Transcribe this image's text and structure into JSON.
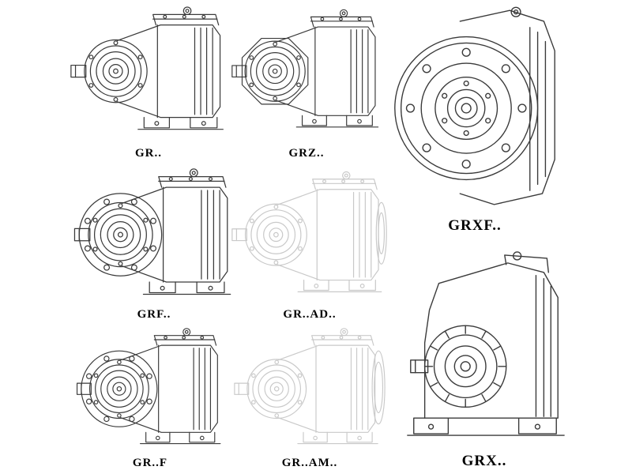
{
  "page": {
    "background": "#ffffff",
    "line_color": "#3a3a3a",
    "ghost_line_color": "#c9c9c9",
    "label_color": "#000000"
  },
  "figures": [
    {
      "id": "gr",
      "label": "GR..",
      "style": "solid",
      "drawing": "helical-gear-reducer-side-view"
    },
    {
      "id": "grz",
      "label": "GRZ..",
      "style": "solid",
      "drawing": "helical-gear-reducer-octagon-cover-side-view"
    },
    {
      "id": "grxf",
      "label": "GRXF..",
      "style": "solid",
      "drawing": "helical-gear-reducer-flange-front-view"
    },
    {
      "id": "grf",
      "label": "GRF..",
      "style": "solid",
      "drawing": "helical-gear-reducer-flange-side-view"
    },
    {
      "id": "gr_ad",
      "label": "GR..AD..",
      "style": "ghost",
      "drawing": "helical-gear-reducer-with-input-adapter"
    },
    {
      "id": "gr_f",
      "label": "GR..F",
      "style": "solid",
      "drawing": "helical-gear-reducer-flange-side-view"
    },
    {
      "id": "gr_am",
      "label": "GR..AM..",
      "style": "ghost",
      "drawing": "helical-gear-reducer-with-motor-adapter"
    },
    {
      "id": "grx",
      "label": "GRX..",
      "style": "solid",
      "drawing": "helical-gear-reducer-three-quarter-view"
    }
  ]
}
